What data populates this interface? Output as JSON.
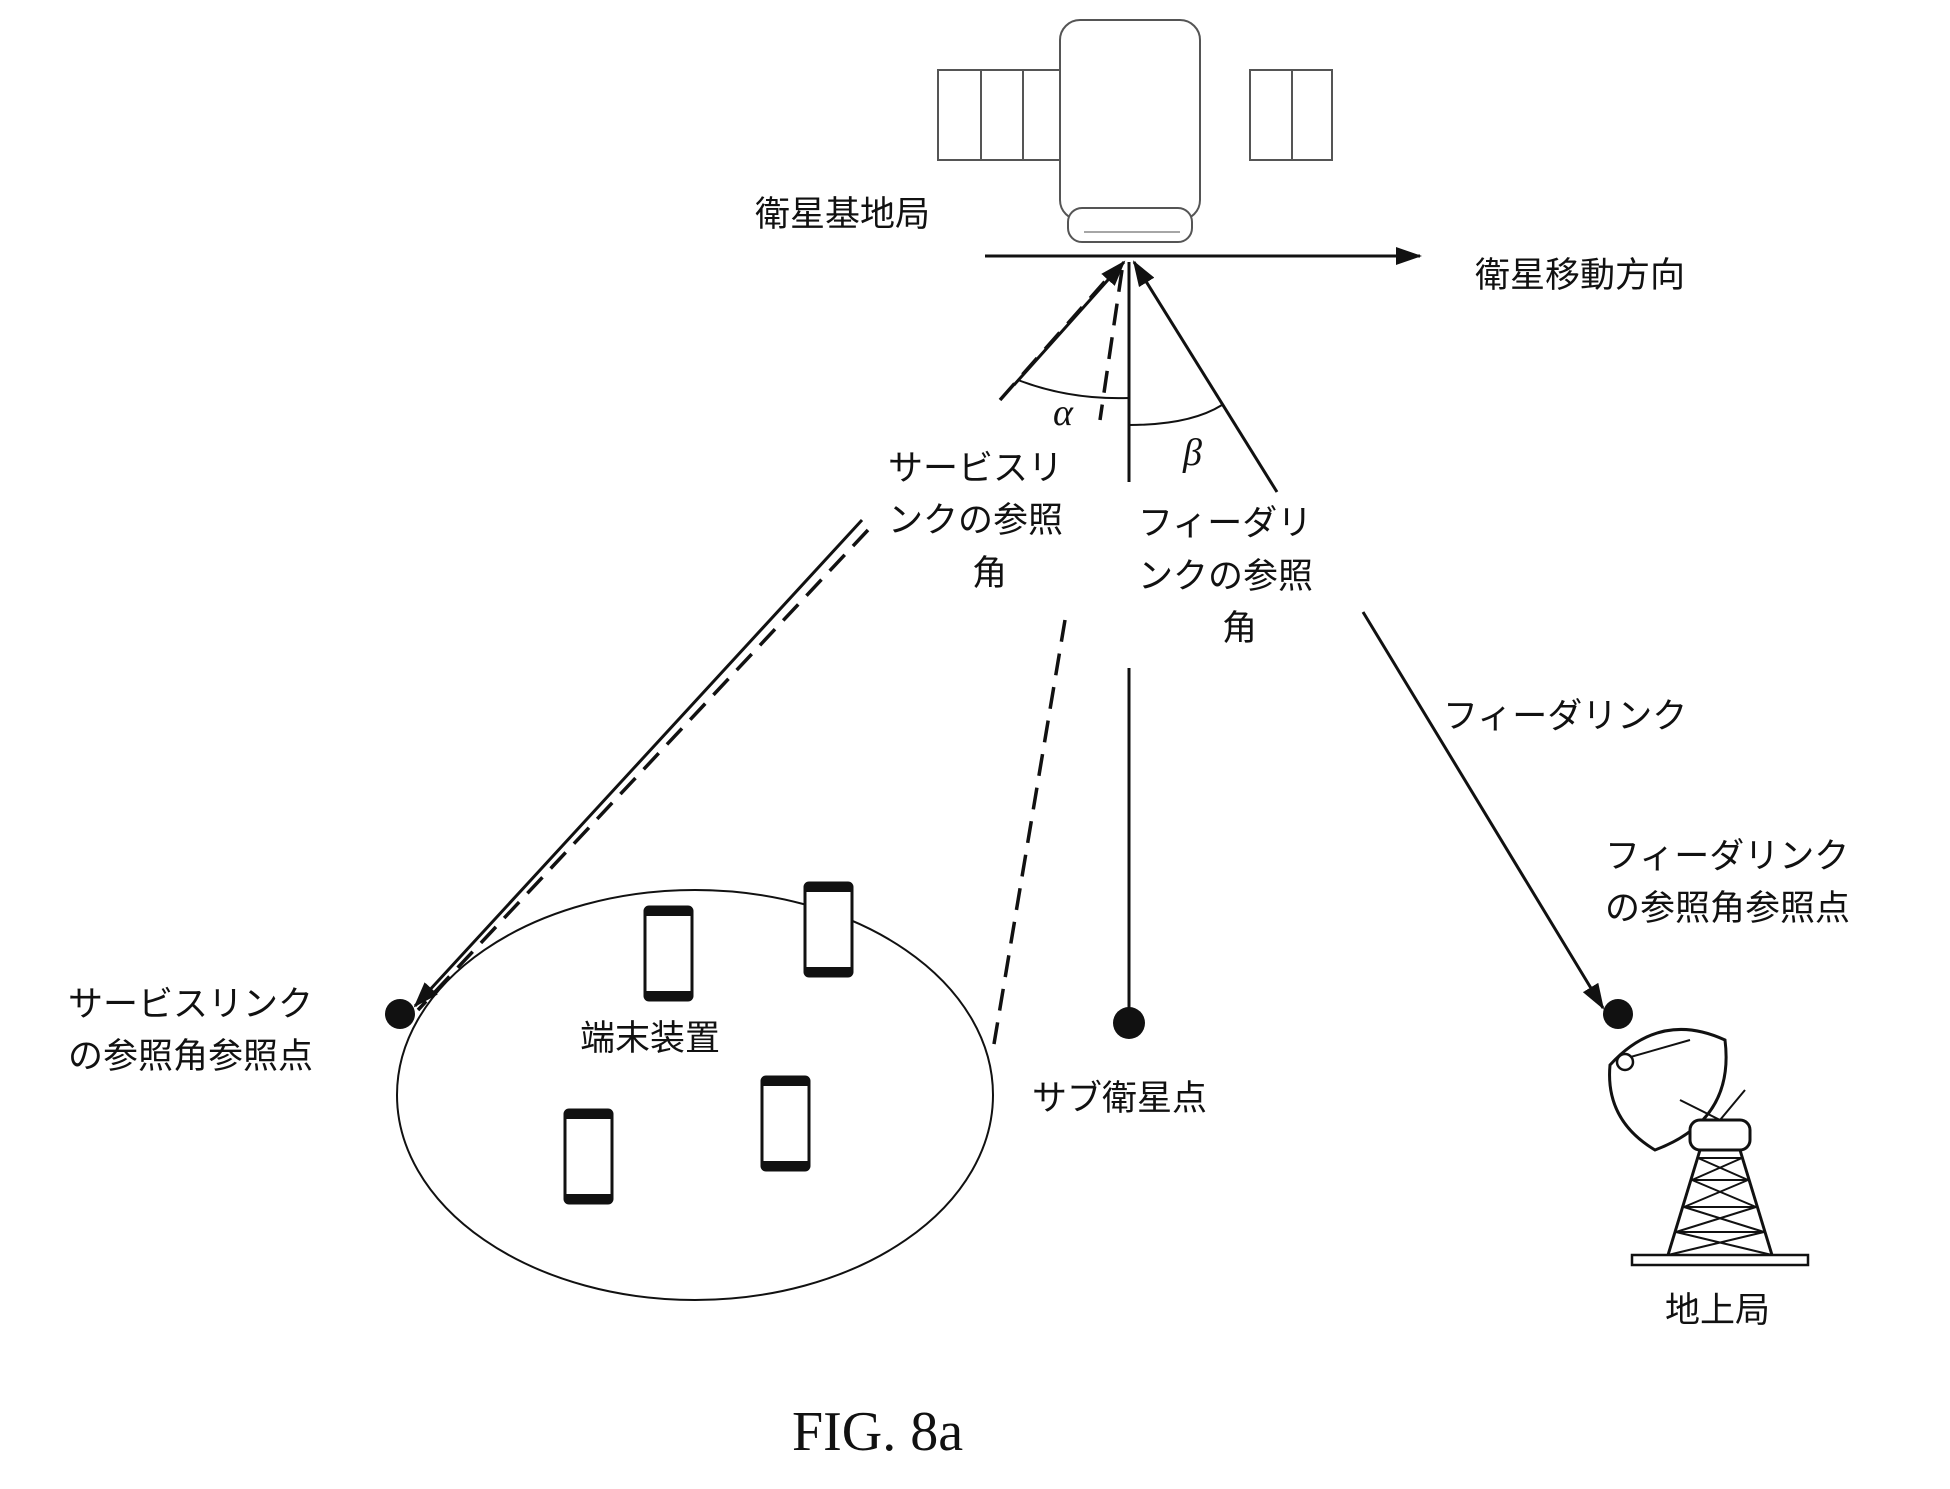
{
  "labels": {
    "satellite_base_station": "衛星基地局",
    "satellite_moving_direction": "衛星移動方向",
    "alpha": "α",
    "beta": "β",
    "service_link_ref_angle": [
      "サービスリ",
      "ンクの参照",
      "角"
    ],
    "feeder_link_ref_angle": [
      "フィーダリ",
      "ンクの参照",
      "角"
    ],
    "feeder_link": "フィーダリンク",
    "feeder_link_ref_point": [
      "フィーダリンク",
      "の参照角参照点"
    ],
    "service_link_ref_point": [
      "サービスリンク",
      "の参照角参照点"
    ],
    "terminal_device": "端末装置",
    "sub_satellite_point": "サブ衛星点",
    "ground_station": "地上局"
  },
  "caption": "FIG. 8a"
}
